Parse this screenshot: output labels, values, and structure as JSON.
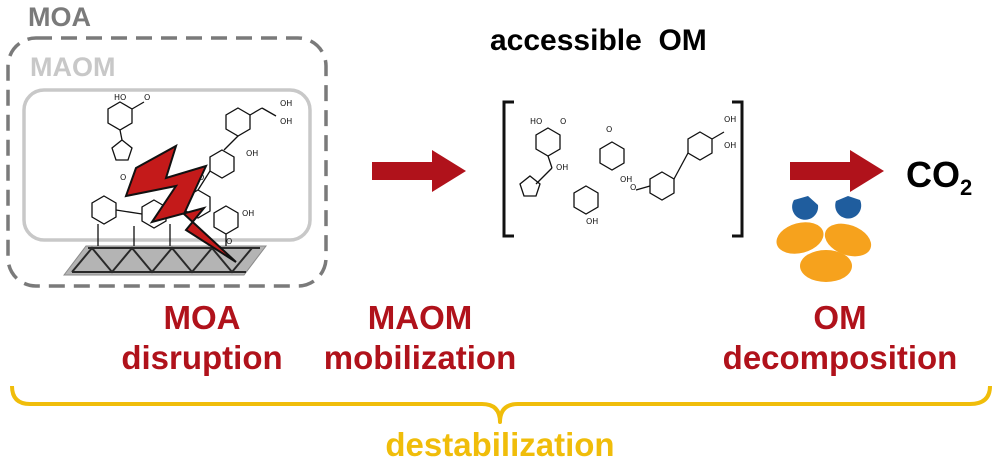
{
  "labels": {
    "moa": "MOA",
    "maom": "MAOM",
    "accessible_om": "accessible  OM",
    "co2_main": "CO",
    "co2_sub": "2",
    "step1_line1": "MOA",
    "step1_line2": "disruption",
    "step2_line1": "MAOM",
    "step2_line2": "mobilization",
    "step3_line1": "OM",
    "step3_line2": "decomposition",
    "bottom": "destabilization"
  },
  "molecule_atoms": [
    "HO",
    "O",
    "OH",
    "OH",
    "OH",
    "O",
    "OH",
    "O",
    "O",
    "HO",
    "O",
    "OH",
    "OH",
    "O",
    "OH",
    "OH",
    "OH",
    "O"
  ],
  "colors": {
    "accent_red": "#b0121b",
    "gold": "#f0bd0a",
    "gray_box": "#7a7a7a",
    "light_gray": "#c8c8c8",
    "mineral": "#b4b4b4",
    "enzyme_blue": "#1f5d9e",
    "microbe_orange": "#f6a21d"
  }
}
